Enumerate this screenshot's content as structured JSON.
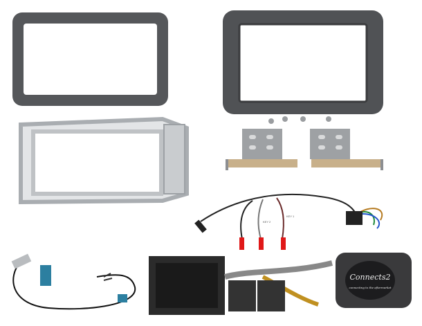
{
  "product": {
    "logo_brand": "Connects2",
    "logo_tagline": "connecting to the aftermarket",
    "wire_tags": [
      "KEY 2",
      "KEY 1"
    ]
  },
  "colors": {
    "fascia": "#55575a",
    "cage": "#c9cccf",
    "connector": "#2b2b2b",
    "red_terminal": "#e01818",
    "antenna_blue": "#2c7fa0"
  }
}
